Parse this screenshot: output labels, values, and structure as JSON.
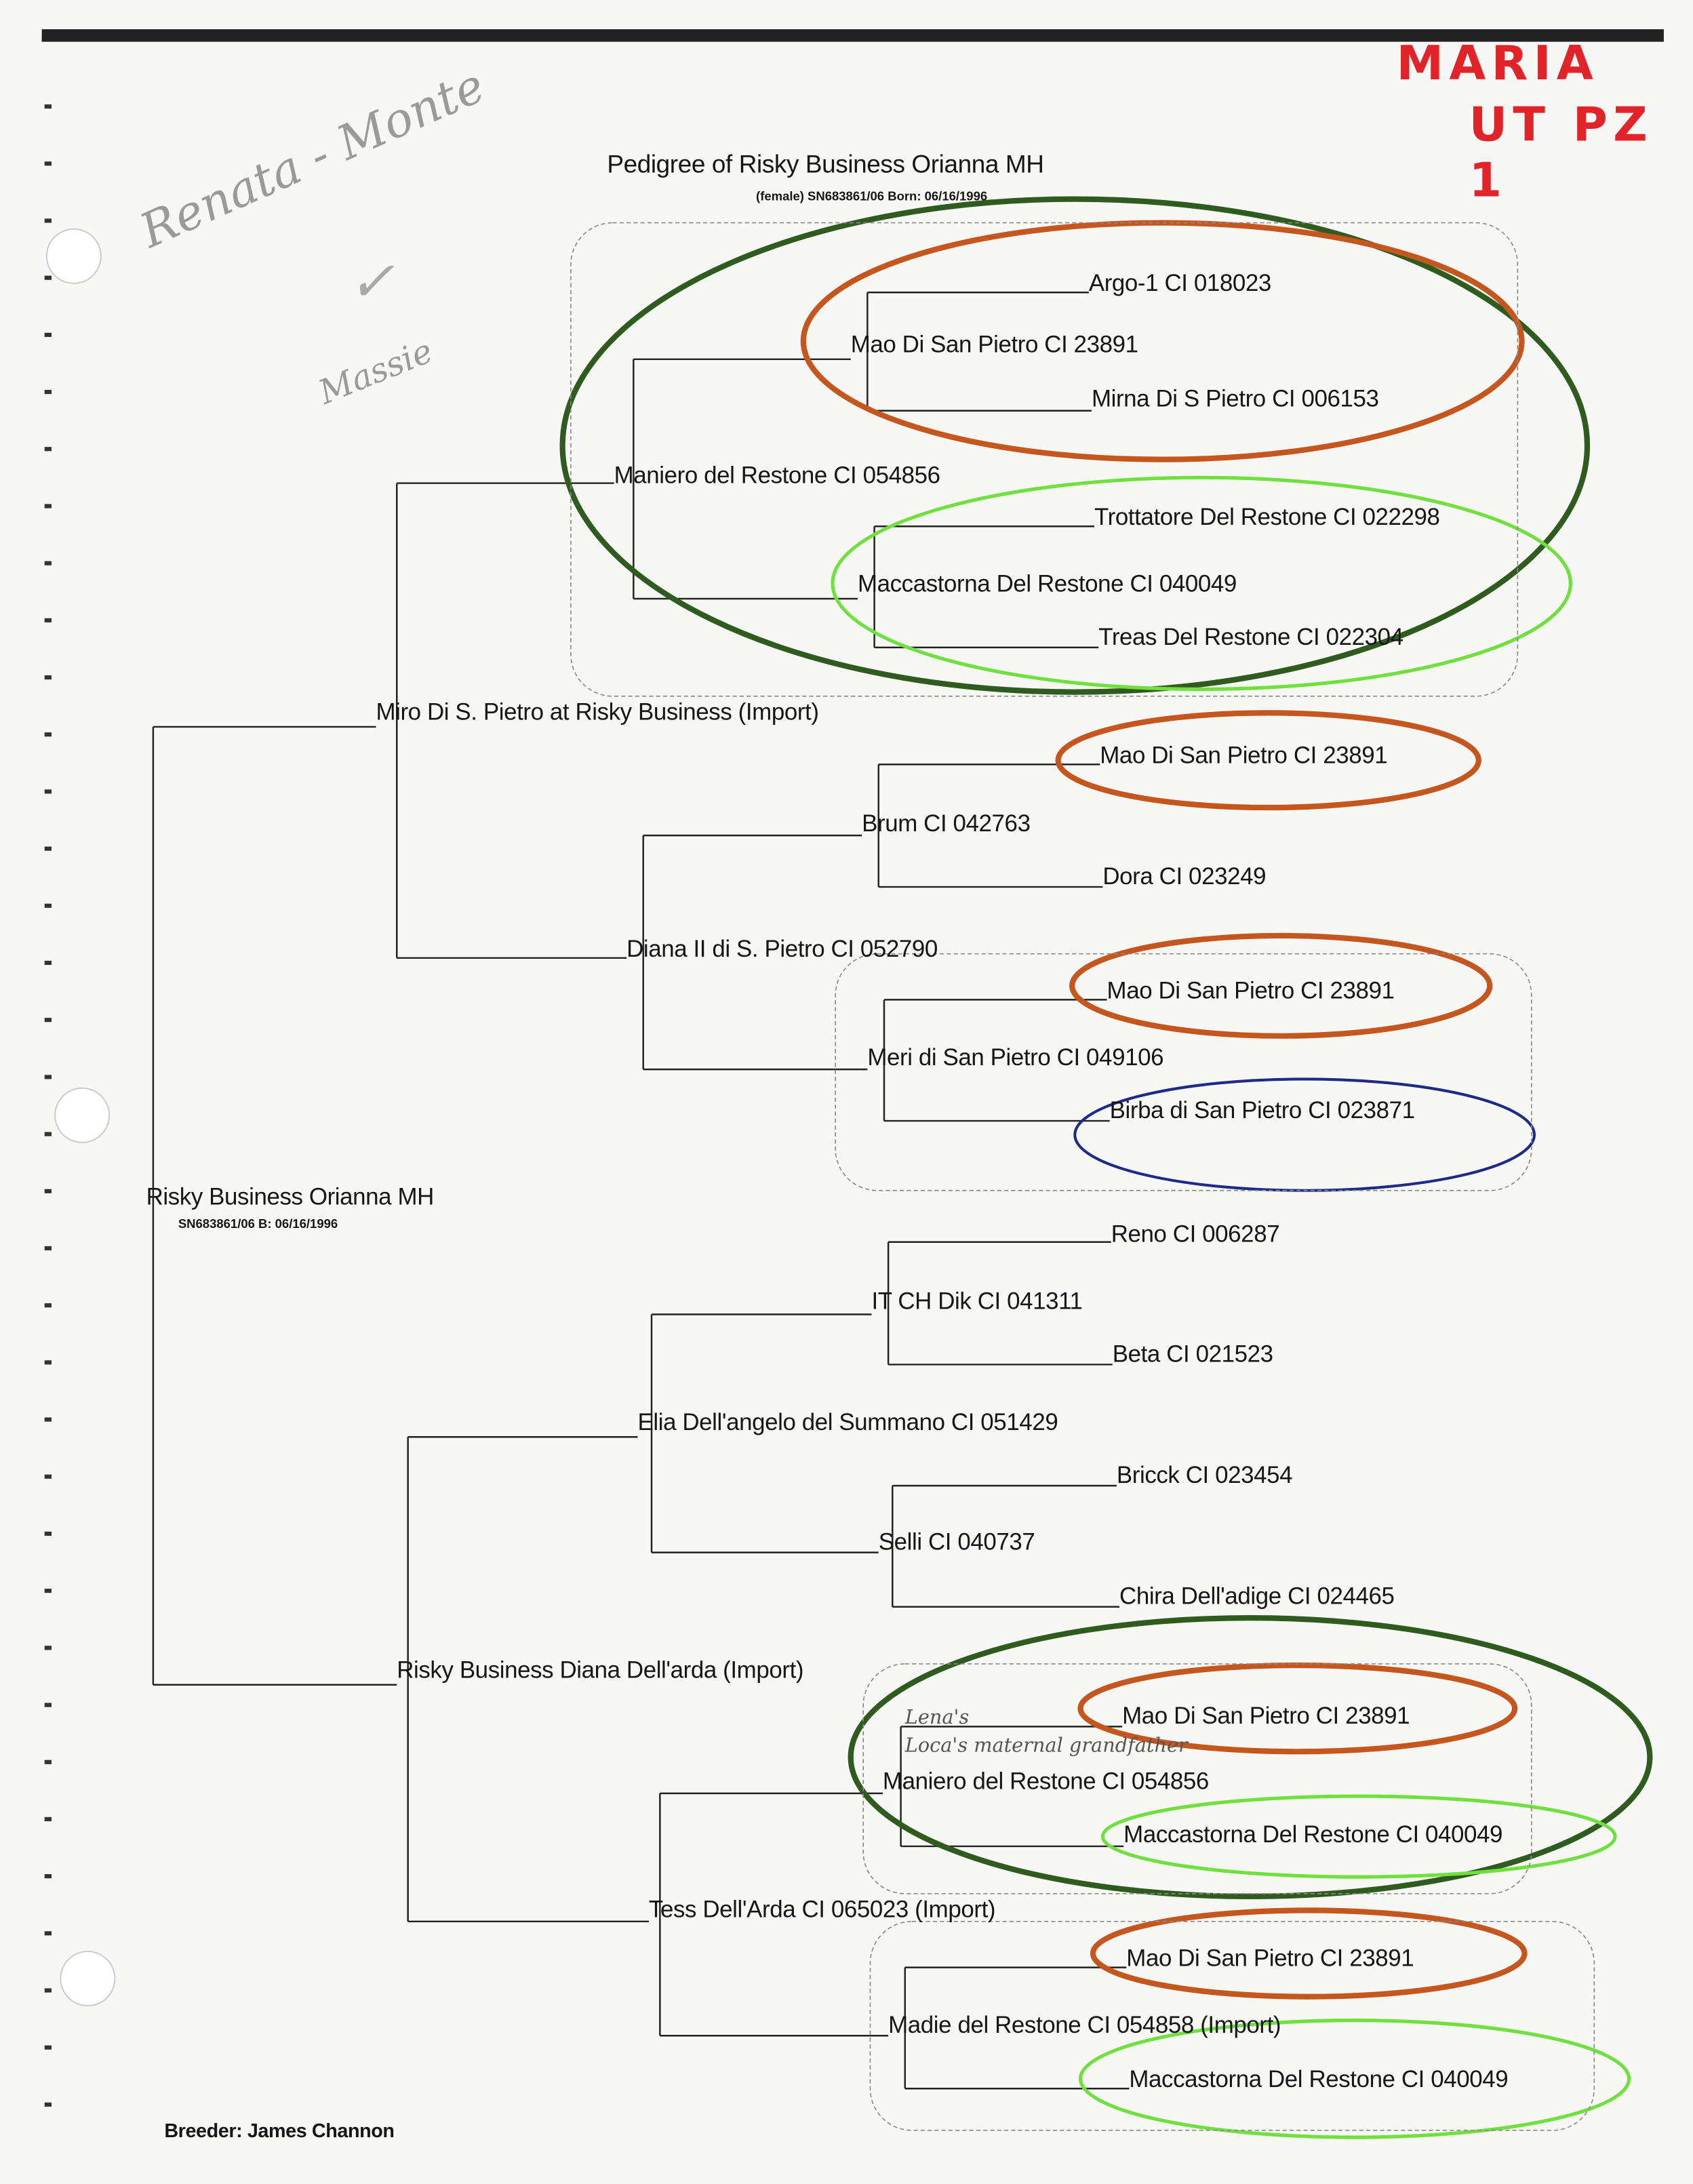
{
  "header": {
    "title": "Pedigree of Risky Business Orianna MH",
    "subtitle": "(female)  SN683861/06  Born: 06/16/1996"
  },
  "annotations": {
    "red_note_line1": "MARIA",
    "red_note_line2": "UT PZ 1",
    "pencil_note_1": "Renata - Monte",
    "pencil_note_2": "Massie",
    "pencil_note_3": "Lena's",
    "pencil_note_4": "Loca's maternal grandfather",
    "colors": {
      "dark_green": "#2f5b1f",
      "orange": "#c4561e",
      "lime": "#6fe03e",
      "blue": "#1d2a86",
      "red": "#e0242a"
    }
  },
  "pedigree": {
    "subject": {
      "name": "Risky Business Orianna MH",
      "detail": "SN683861/06 B: 06/16/1996"
    },
    "gen2": [
      "Miro Di S. Pietro at Risky Business  (Import)",
      "Risky Business Diana Dell'arda (Import)"
    ],
    "gen3": [
      "Maniero del Restone  CI 054856",
      "Diana II di S. Pietro  CI  052790",
      "Elia  Dell'angelo del Summano  CI  051429",
      "Tess Dell'Arda  CI  065023  (Import)"
    ],
    "gen4": [
      "Mao Di San Pietro  CI 23891",
      "Maccastorna Del Restone  CI 040049",
      "Brum  CI 042763",
      "Meri di San Pietro  CI  049106",
      "IT CH Dik  CI  041311",
      "Selli  CI 040737",
      "Maniero del Restone  CI 054856",
      "Madie del Restone  CI 054858  (Import)"
    ],
    "gen5": [
      "Argo-1   CI 018023",
      "Mirna Di S Pietro   CI 006153",
      "Trottatore Del Restone   CI 022298",
      "Treas Del Restone   CI 022304",
      "Mao Di San Pietro   CI 23891",
      "Dora    CI  023249",
      "Mao Di San Pietro   CI 23891",
      "Birba di San Pietro   CI  023871",
      "Reno   CI  006287",
      "Beta   CI 021523",
      "Bricck   CI 023454",
      "Chira Dell'adige   CI 024465",
      "Mao Di San Pietro   CI 23891",
      "Maccastorna Del Restone   CI 040049",
      "Mao Di San Pietro   CI 23891",
      "Maccastorna Del Restone   CI 040049"
    ]
  },
  "footer": {
    "breeder": "Breeder:  James Channon"
  }
}
